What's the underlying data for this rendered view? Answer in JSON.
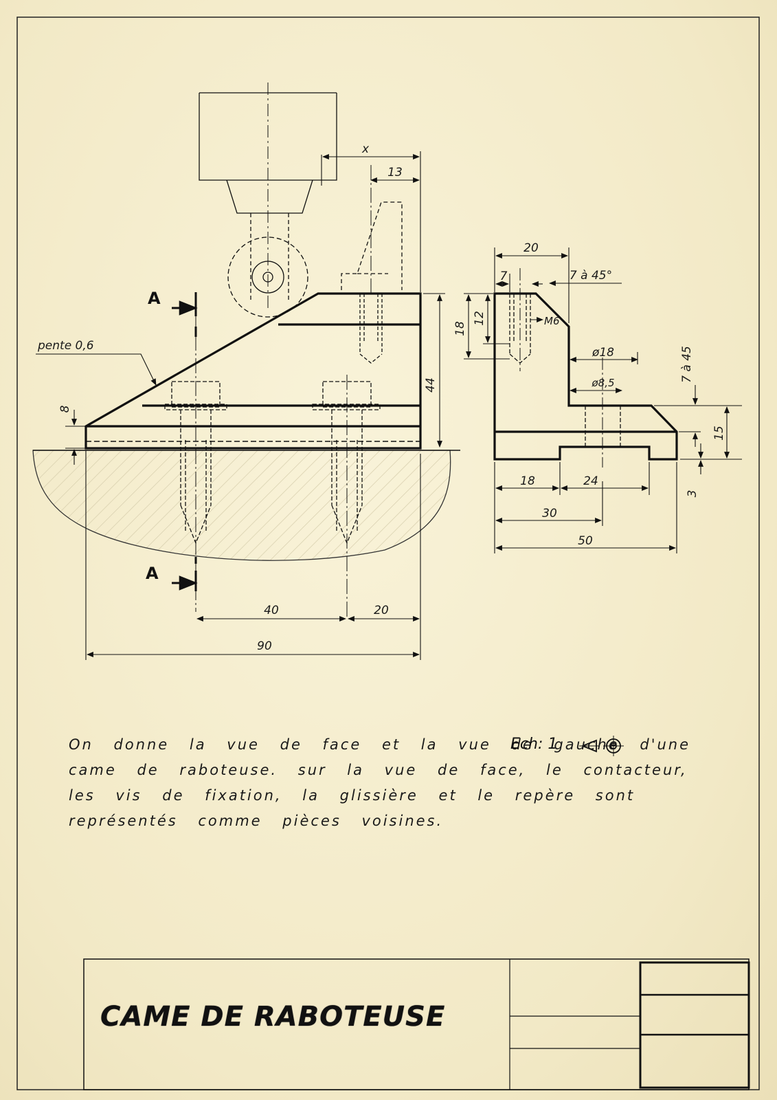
{
  "drawing": {
    "front_view": {
      "dims": {
        "x": "x",
        "d13": "13",
        "d44": "44",
        "d8": "8",
        "d40": "40",
        "d20": "20",
        "d90": "90",
        "slope": "pente 0,6"
      },
      "section_mark": "A"
    },
    "left_view": {
      "dims": {
        "d20": "20",
        "d7": "7",
        "chamfer_top": "7 à 45°",
        "d18": "18",
        "d12": "12",
        "thread": "M6",
        "dia18": "ø18",
        "dia85": "ø8,5",
        "chamfer_side": "7 à 45",
        "d15": "15",
        "d3": "3",
        "b18": "18",
        "b24": "24",
        "b30": "30",
        "b50": "50"
      }
    }
  },
  "note": "On donne la vue de face et la vue de gauche d'une\ncame de raboteuse. sur la vue de face, le contacteur,\nles vis de fixation, la glissière et le repère sont\nreprésentés comme pièces voisines.",
  "title_block": {
    "title": "CAME DE RABOTEUSE",
    "scale": "Ech: 1"
  },
  "colors": {
    "paper": "#f3ecd0",
    "ink": "#111111"
  }
}
